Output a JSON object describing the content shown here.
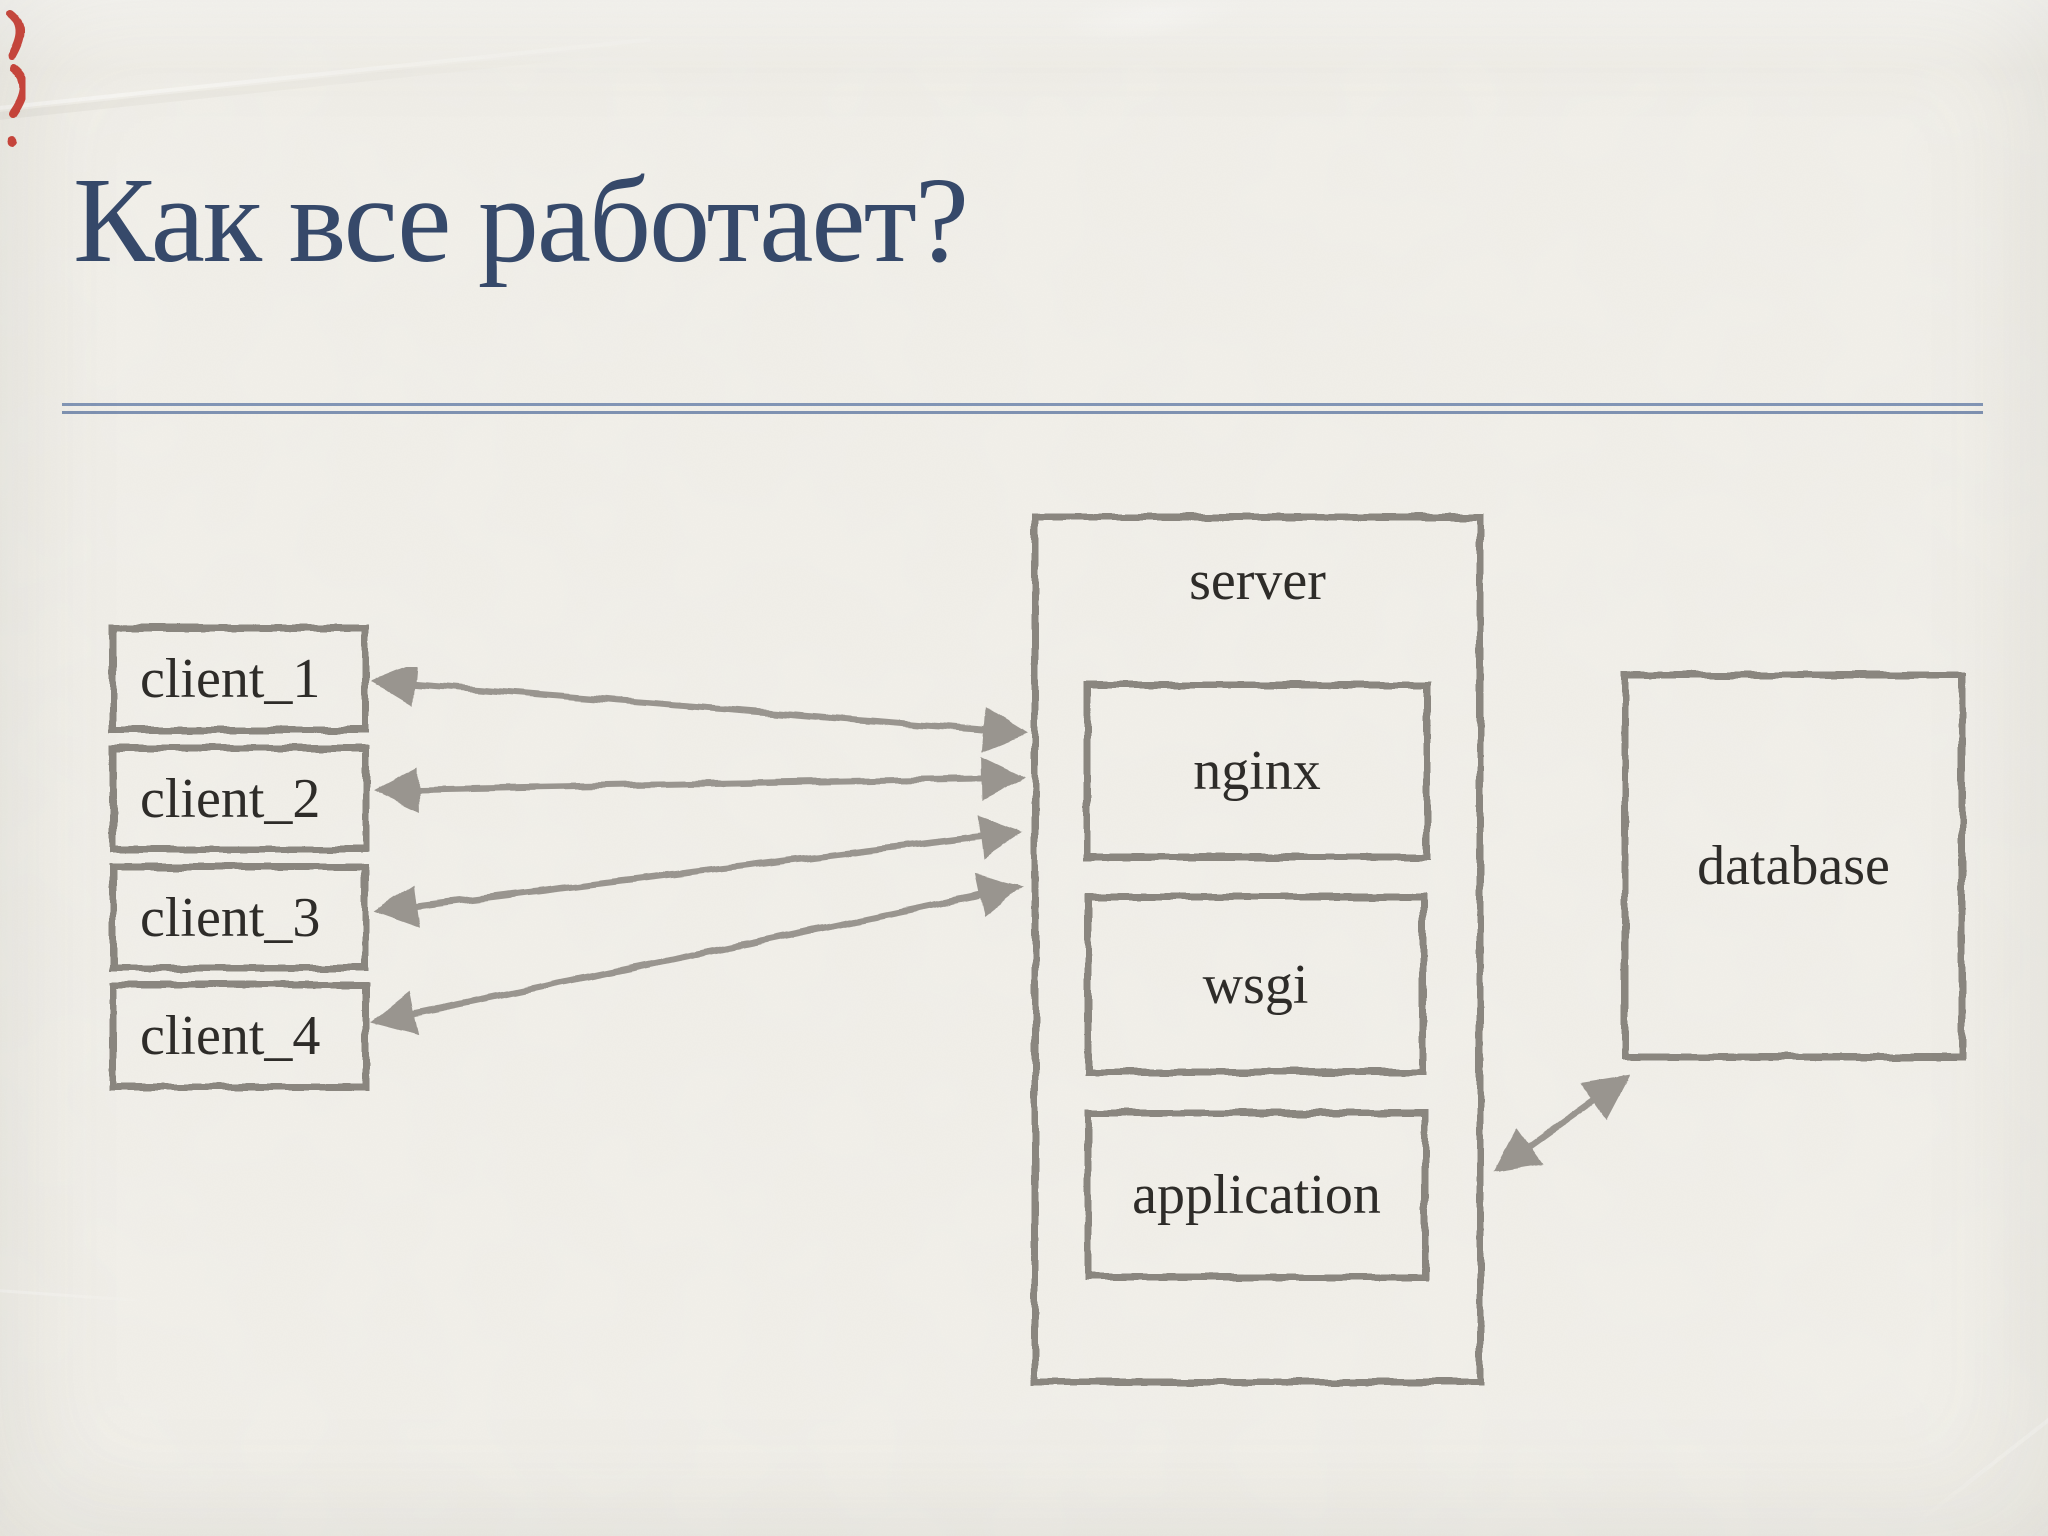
{
  "slide": {
    "title": "Как все работает?"
  },
  "diagram": {
    "clients": [
      {
        "label": "client_1"
      },
      {
        "label": "client_2"
      },
      {
        "label": "client_3"
      },
      {
        "label": "client_4"
      }
    ],
    "server": {
      "label": "server",
      "components": [
        {
          "label": "nginx"
        },
        {
          "label": "wsgi"
        },
        {
          "label": "application"
        }
      ]
    },
    "database": {
      "label": "database"
    },
    "connections": [
      {
        "from": "client_1",
        "to": "server",
        "style": "double-arrow"
      },
      {
        "from": "client_2",
        "to": "server",
        "style": "double-arrow"
      },
      {
        "from": "client_3",
        "to": "server",
        "style": "double-arrow"
      },
      {
        "from": "client_4",
        "to": "server",
        "style": "double-arrow"
      },
      {
        "from": "server",
        "to": "database",
        "style": "double-arrow"
      }
    ]
  },
  "colors": {
    "paper": "#f1efe9",
    "title_text": "#36496a",
    "rule_blue": "#8295b5",
    "box_border_gray": "#8a867f",
    "arrow_gray": "#99958f",
    "label_text": "#2e2c29",
    "red_mark": "#c5271d"
  },
  "decorations": {
    "red_scribble": "hand-drawn red pen scribble, top-left corner",
    "paper_texture": "cream paper with creases at top and corners"
  }
}
